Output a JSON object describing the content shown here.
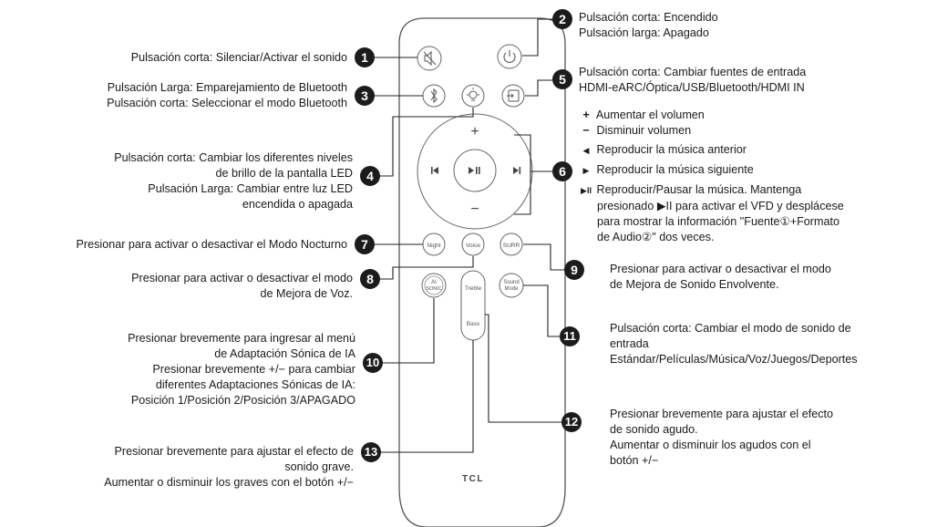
{
  "callouts": {
    "c1": {
      "number": "1",
      "lines": [
        "Pulsación corta: Silenciar/Activar el sonido"
      ]
    },
    "c2": {
      "number": "2",
      "lines": [
        "Pulsación corta: Encendido",
        "Pulsación larga: Apagado"
      ]
    },
    "c3": {
      "number": "3",
      "lines": [
        "Pulsación Larga: Emparejamiento de Bluetooth",
        "Pulsación corta: Seleccionar el modo Bluetooth"
      ]
    },
    "c4": {
      "number": "4",
      "lines": [
        "Pulsación corta: Cambiar los diferentes niveles",
        "de brillo de la pantalla LED",
        "Pulsación Larga: Cambiar entre luz LED",
        "encendida o apagada"
      ]
    },
    "c5": {
      "number": "5",
      "lines": [
        "Pulsación corta: Cambiar fuentes de entrada",
        "HDMI-eARC/Óptica/USB/Bluetooth/HDMI IN"
      ]
    },
    "c6": {
      "number": "6",
      "items": [
        {
          "icon": "+",
          "text": "Aumentar el volumen"
        },
        {
          "icon": "−",
          "text": "Disminuir volumen"
        },
        {
          "icon": "◀",
          "text": "Reproducir la música anterior"
        },
        {
          "icon": "▶",
          "text": "Reproducir la música siguiente"
        },
        {
          "icon": "▶II",
          "text": "Reproducir/Pausar la música. Mantenga"
        }
      ],
      "extra_lines": [
        "presionado ▶II para activar el VFD y desplácese",
        "para mostrar la información \"Fuente①+Formato",
        "de Audio②\" dos veces."
      ]
    },
    "c7": {
      "number": "7",
      "lines": [
        "Presionar para activar o desactivar el Modo Nocturno"
      ]
    },
    "c8": {
      "number": "8",
      "lines": [
        "Presionar para activar o desactivar el modo",
        "de Mejora de Voz."
      ]
    },
    "c9": {
      "number": "9",
      "lines": [
        "Presionar para activar o desactivar el modo",
        "de Mejora de Sonido Envolvente."
      ]
    },
    "c10": {
      "number": "10",
      "lines": [
        "Presionar brevemente para ingresar al menú",
        "de Adaptación Sónica de IA",
        "Presionar brevemente +/− para cambiar",
        "diferentes Adaptaciones Sónicas de IA:",
        "Posición 1/Posición 2/Posición 3/APAGADO"
      ]
    },
    "c11": {
      "number": "11",
      "lines": [
        "Pulsación corta: Cambiar el modo de sonido de",
        "entrada",
        "Estándar/Películas/Música/Voz/Juegos/Deportes"
      ]
    },
    "c12": {
      "number": "12",
      "lines": [
        "Presionar brevemente para ajustar el efecto",
        "de sonido agudo.",
        "Aumentar o disminuir los agudos con el",
        "botón +/−"
      ]
    },
    "c13": {
      "number": "13",
      "lines": [
        "Presionar brevemente para ajustar el efecto de",
        "sonido grave.",
        "Aumentar o disminuir los graves con el botón +/−"
      ]
    }
  },
  "remote": {
    "brand": "TCL",
    "button_labels": {
      "night": "Night",
      "voice": "Voice",
      "surr": "SURR",
      "ai_sonic_1": "AI",
      "ai_sonic_2": "SONIC",
      "treble": "Treble",
      "bass": "Bass",
      "sound_mode_1": "Sound",
      "sound_mode_2": "Mode",
      "vol_plus": "+",
      "vol_minus": "−"
    },
    "icons": [
      "mute-icon",
      "power-icon",
      "bluetooth-icon",
      "light-icon",
      "input-icon",
      "previous-icon",
      "play-pause-icon",
      "next-icon"
    ]
  },
  "colors": {
    "badge": "#1c1c1c",
    "line": "#222222",
    "remote_outline": "#555555"
  }
}
